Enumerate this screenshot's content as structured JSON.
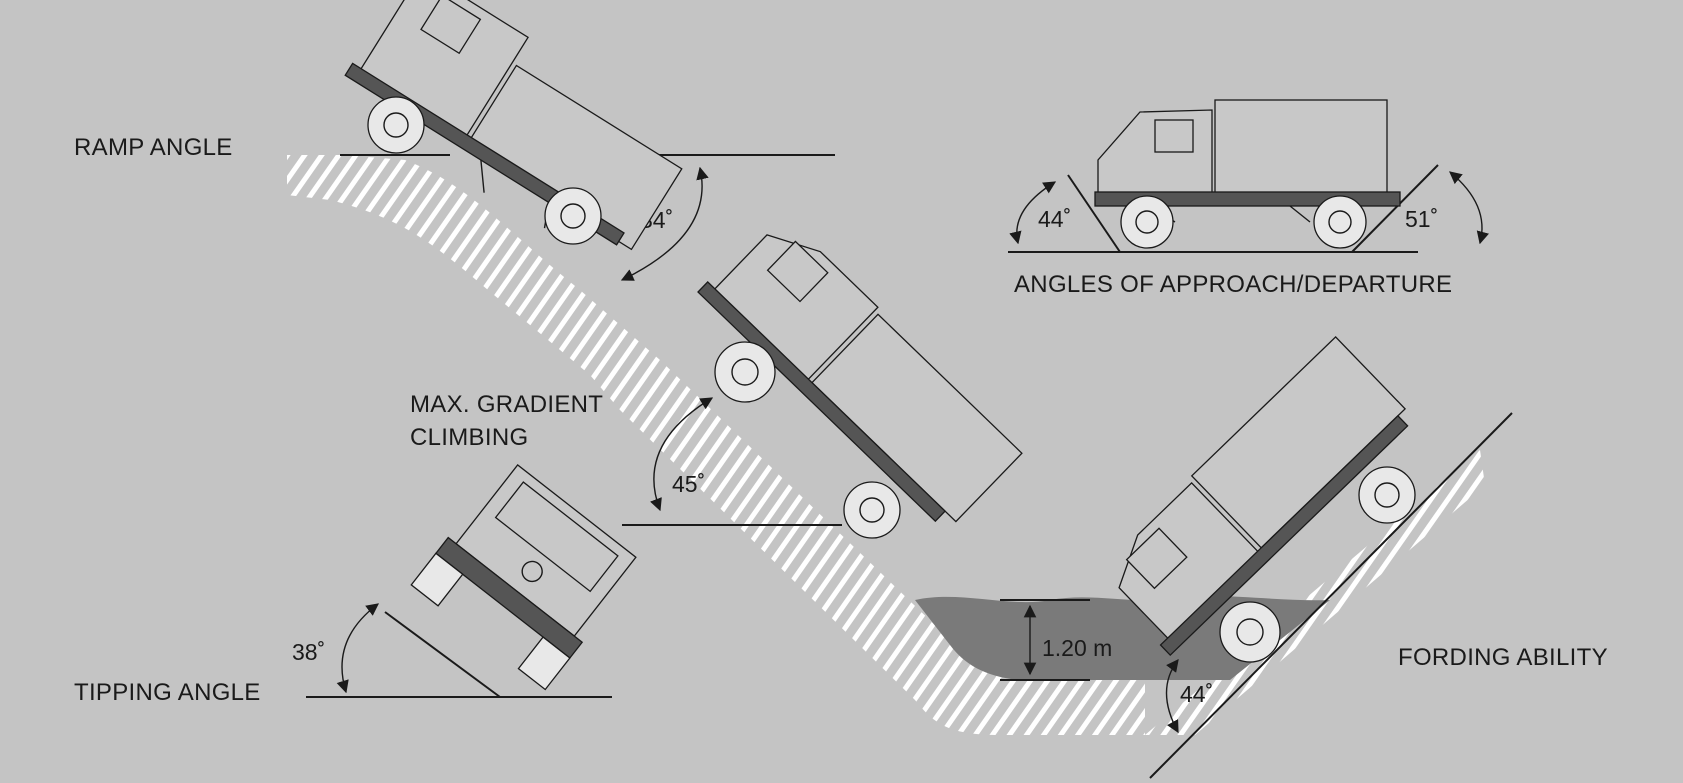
{
  "labels": {
    "ramp_angle": "RAMP ANGLE",
    "approach_departure": "ANGLES OF APPROACH/DEPARTURE",
    "gradient_line1": "MAX. GRADIENT",
    "gradient_line2": "CLIMBING",
    "tipping_angle": "TIPPING ANGLE",
    "fording_ability": "FORDING ABILITY"
  },
  "values": {
    "ramp": "34˚",
    "approach": "44˚",
    "departure": "51˚",
    "gradient": "45˚",
    "tipping": "38˚",
    "fording_depth": "1.20 m",
    "fording_slope": "44˚"
  },
  "colors": {
    "background": "#c4c4c4",
    "line": "#1a1a1a",
    "hatch": "#ffffff",
    "water": "#7a7a7a"
  }
}
